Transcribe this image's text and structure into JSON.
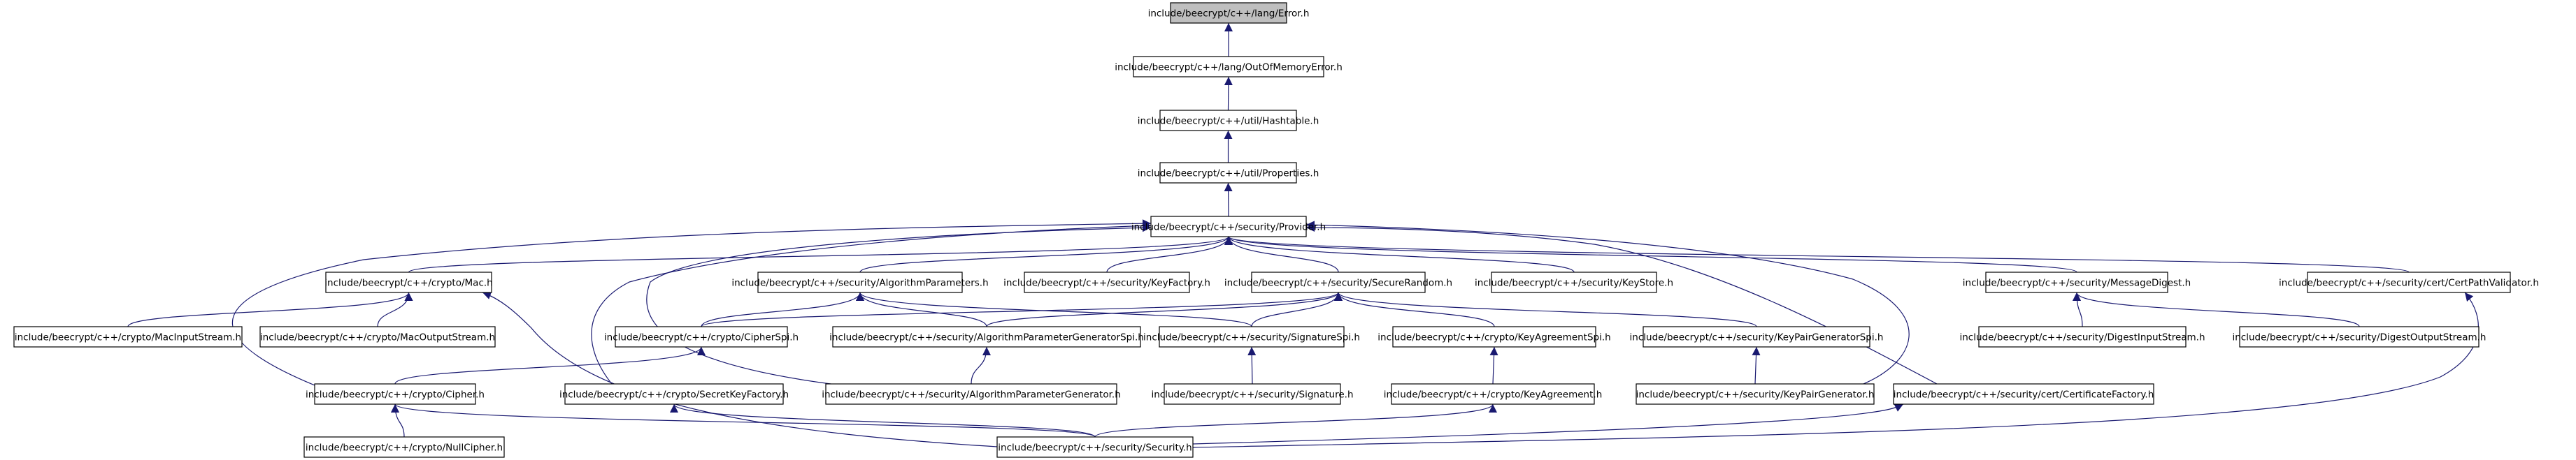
{
  "graph": {
    "root": "error",
    "colors": {
      "edge": "#191970",
      "root_fill": "#bfbfbf",
      "node_fill": "#ffffff",
      "node_border": "#000000"
    },
    "nodes": [
      {
        "id": "error",
        "label": "include/beecrypt/c++/lang/Error.h"
      },
      {
        "id": "oom",
        "label": "include/beecrypt/c++/lang/OutOfMemoryError.h"
      },
      {
        "id": "hashtable",
        "label": "include/beecrypt/c++/util/Hashtable.h"
      },
      {
        "id": "properties",
        "label": "include/beecrypt/c++/util/Properties.h"
      },
      {
        "id": "provider",
        "label": "include/beecrypt/c++/security/Provider.h"
      },
      {
        "id": "mac",
        "label": "include/beecrypt/c++/crypto/Mac.h"
      },
      {
        "id": "algparams",
        "label": "include/beecrypt/c++/security/AlgorithmParameters.h"
      },
      {
        "id": "keyfactory",
        "label": "include/beecrypt/c++/security/KeyFactory.h"
      },
      {
        "id": "securerandom",
        "label": "include/beecrypt/c++/security/SecureRandom.h"
      },
      {
        "id": "keystore",
        "label": "include/beecrypt/c++/security/KeyStore.h"
      },
      {
        "id": "msgdigest",
        "label": "include/beecrypt/c++/security/MessageDigest.h"
      },
      {
        "id": "certpath",
        "label": "include/beecrypt/c++/security/cert/CertPathValidator.h"
      },
      {
        "id": "macin",
        "label": "include/beecrypt/c++/crypto/MacInputStream.h"
      },
      {
        "id": "macout",
        "label": "include/beecrypt/c++/crypto/MacOutputStream.h"
      },
      {
        "id": "cipherspi",
        "label": "include/beecrypt/c++/crypto/CipherSpi.h"
      },
      {
        "id": "apgspi",
        "label": "include/beecrypt/c++/security/AlgorithmParameterGeneratorSpi.h"
      },
      {
        "id": "sigspi",
        "label": "include/beecrypt/c++/security/SignatureSpi.h"
      },
      {
        "id": "kaspi",
        "label": "include/beecrypt/c++/crypto/KeyAgreementSpi.h"
      },
      {
        "id": "kpgspi",
        "label": "include/beecrypt/c++/security/KeyPairGeneratorSpi.h"
      },
      {
        "id": "digin",
        "label": "include/beecrypt/c++/security/DigestInputStream.h"
      },
      {
        "id": "digout",
        "label": "include/beecrypt/c++/security/DigestOutputStream.h"
      },
      {
        "id": "cipher",
        "label": "include/beecrypt/c++/crypto/Cipher.h"
      },
      {
        "id": "skf",
        "label": "include/beecrypt/c++/crypto/SecretKeyFactory.h"
      },
      {
        "id": "apg",
        "label": "include/beecrypt/c++/security/AlgorithmParameterGenerator.h"
      },
      {
        "id": "signature",
        "label": "include/beecrypt/c++/security/Signature.h"
      },
      {
        "id": "keyagreement",
        "label": "include/beecrypt/c++/crypto/KeyAgreement.h"
      },
      {
        "id": "kpg",
        "label": "include/beecrypt/c++/security/KeyPairGenerator.h"
      },
      {
        "id": "certfactory",
        "label": "include/beecrypt/c++/security/cert/CertificateFactory.h"
      },
      {
        "id": "nullcipher",
        "label": "include/beecrypt/c++/crypto/NullCipher.h"
      },
      {
        "id": "security",
        "label": "include/beecrypt/c++/security/Security.h"
      }
    ],
    "edges": [
      {
        "from": "oom",
        "to": "error"
      },
      {
        "from": "hashtable",
        "to": "oom"
      },
      {
        "from": "properties",
        "to": "hashtable"
      },
      {
        "from": "provider",
        "to": "properties"
      },
      {
        "from": "mac",
        "to": "provider"
      },
      {
        "from": "algparams",
        "to": "provider"
      },
      {
        "from": "keyfactory",
        "to": "provider"
      },
      {
        "from": "securerandom",
        "to": "provider"
      },
      {
        "from": "keystore",
        "to": "provider"
      },
      {
        "from": "msgdigest",
        "to": "provider"
      },
      {
        "from": "certpath",
        "to": "provider"
      },
      {
        "from": "cipher",
        "to": "provider"
      },
      {
        "from": "skf",
        "to": "provider"
      },
      {
        "from": "apg",
        "to": "provider"
      },
      {
        "from": "kpg",
        "to": "provider"
      },
      {
        "from": "certfactory",
        "to": "provider"
      },
      {
        "from": "macin",
        "to": "mac"
      },
      {
        "from": "macout",
        "to": "mac"
      },
      {
        "from": "security",
        "to": "mac"
      },
      {
        "from": "cipherspi",
        "to": "algparams"
      },
      {
        "from": "apgspi",
        "to": "algparams"
      },
      {
        "from": "sigspi",
        "to": "algparams"
      },
      {
        "from": "cipherspi",
        "to": "securerandom"
      },
      {
        "from": "apgspi",
        "to": "securerandom"
      },
      {
        "from": "sigspi",
        "to": "securerandom"
      },
      {
        "from": "kaspi",
        "to": "securerandom"
      },
      {
        "from": "kpgspi",
        "to": "securerandom"
      },
      {
        "from": "digin",
        "to": "msgdigest"
      },
      {
        "from": "digout",
        "to": "msgdigest"
      },
      {
        "from": "security",
        "to": "certpath"
      },
      {
        "from": "cipher",
        "to": "cipherspi"
      },
      {
        "from": "apg",
        "to": "apgspi"
      },
      {
        "from": "signature",
        "to": "sigspi"
      },
      {
        "from": "keyagreement",
        "to": "kaspi"
      },
      {
        "from": "kpg",
        "to": "kpgspi"
      },
      {
        "from": "nullcipher",
        "to": "cipher"
      },
      {
        "from": "security",
        "to": "cipher"
      },
      {
        "from": "security",
        "to": "skf"
      },
      {
        "from": "security",
        "to": "keyagreement"
      },
      {
        "from": "security",
        "to": "certfactory"
      }
    ]
  }
}
